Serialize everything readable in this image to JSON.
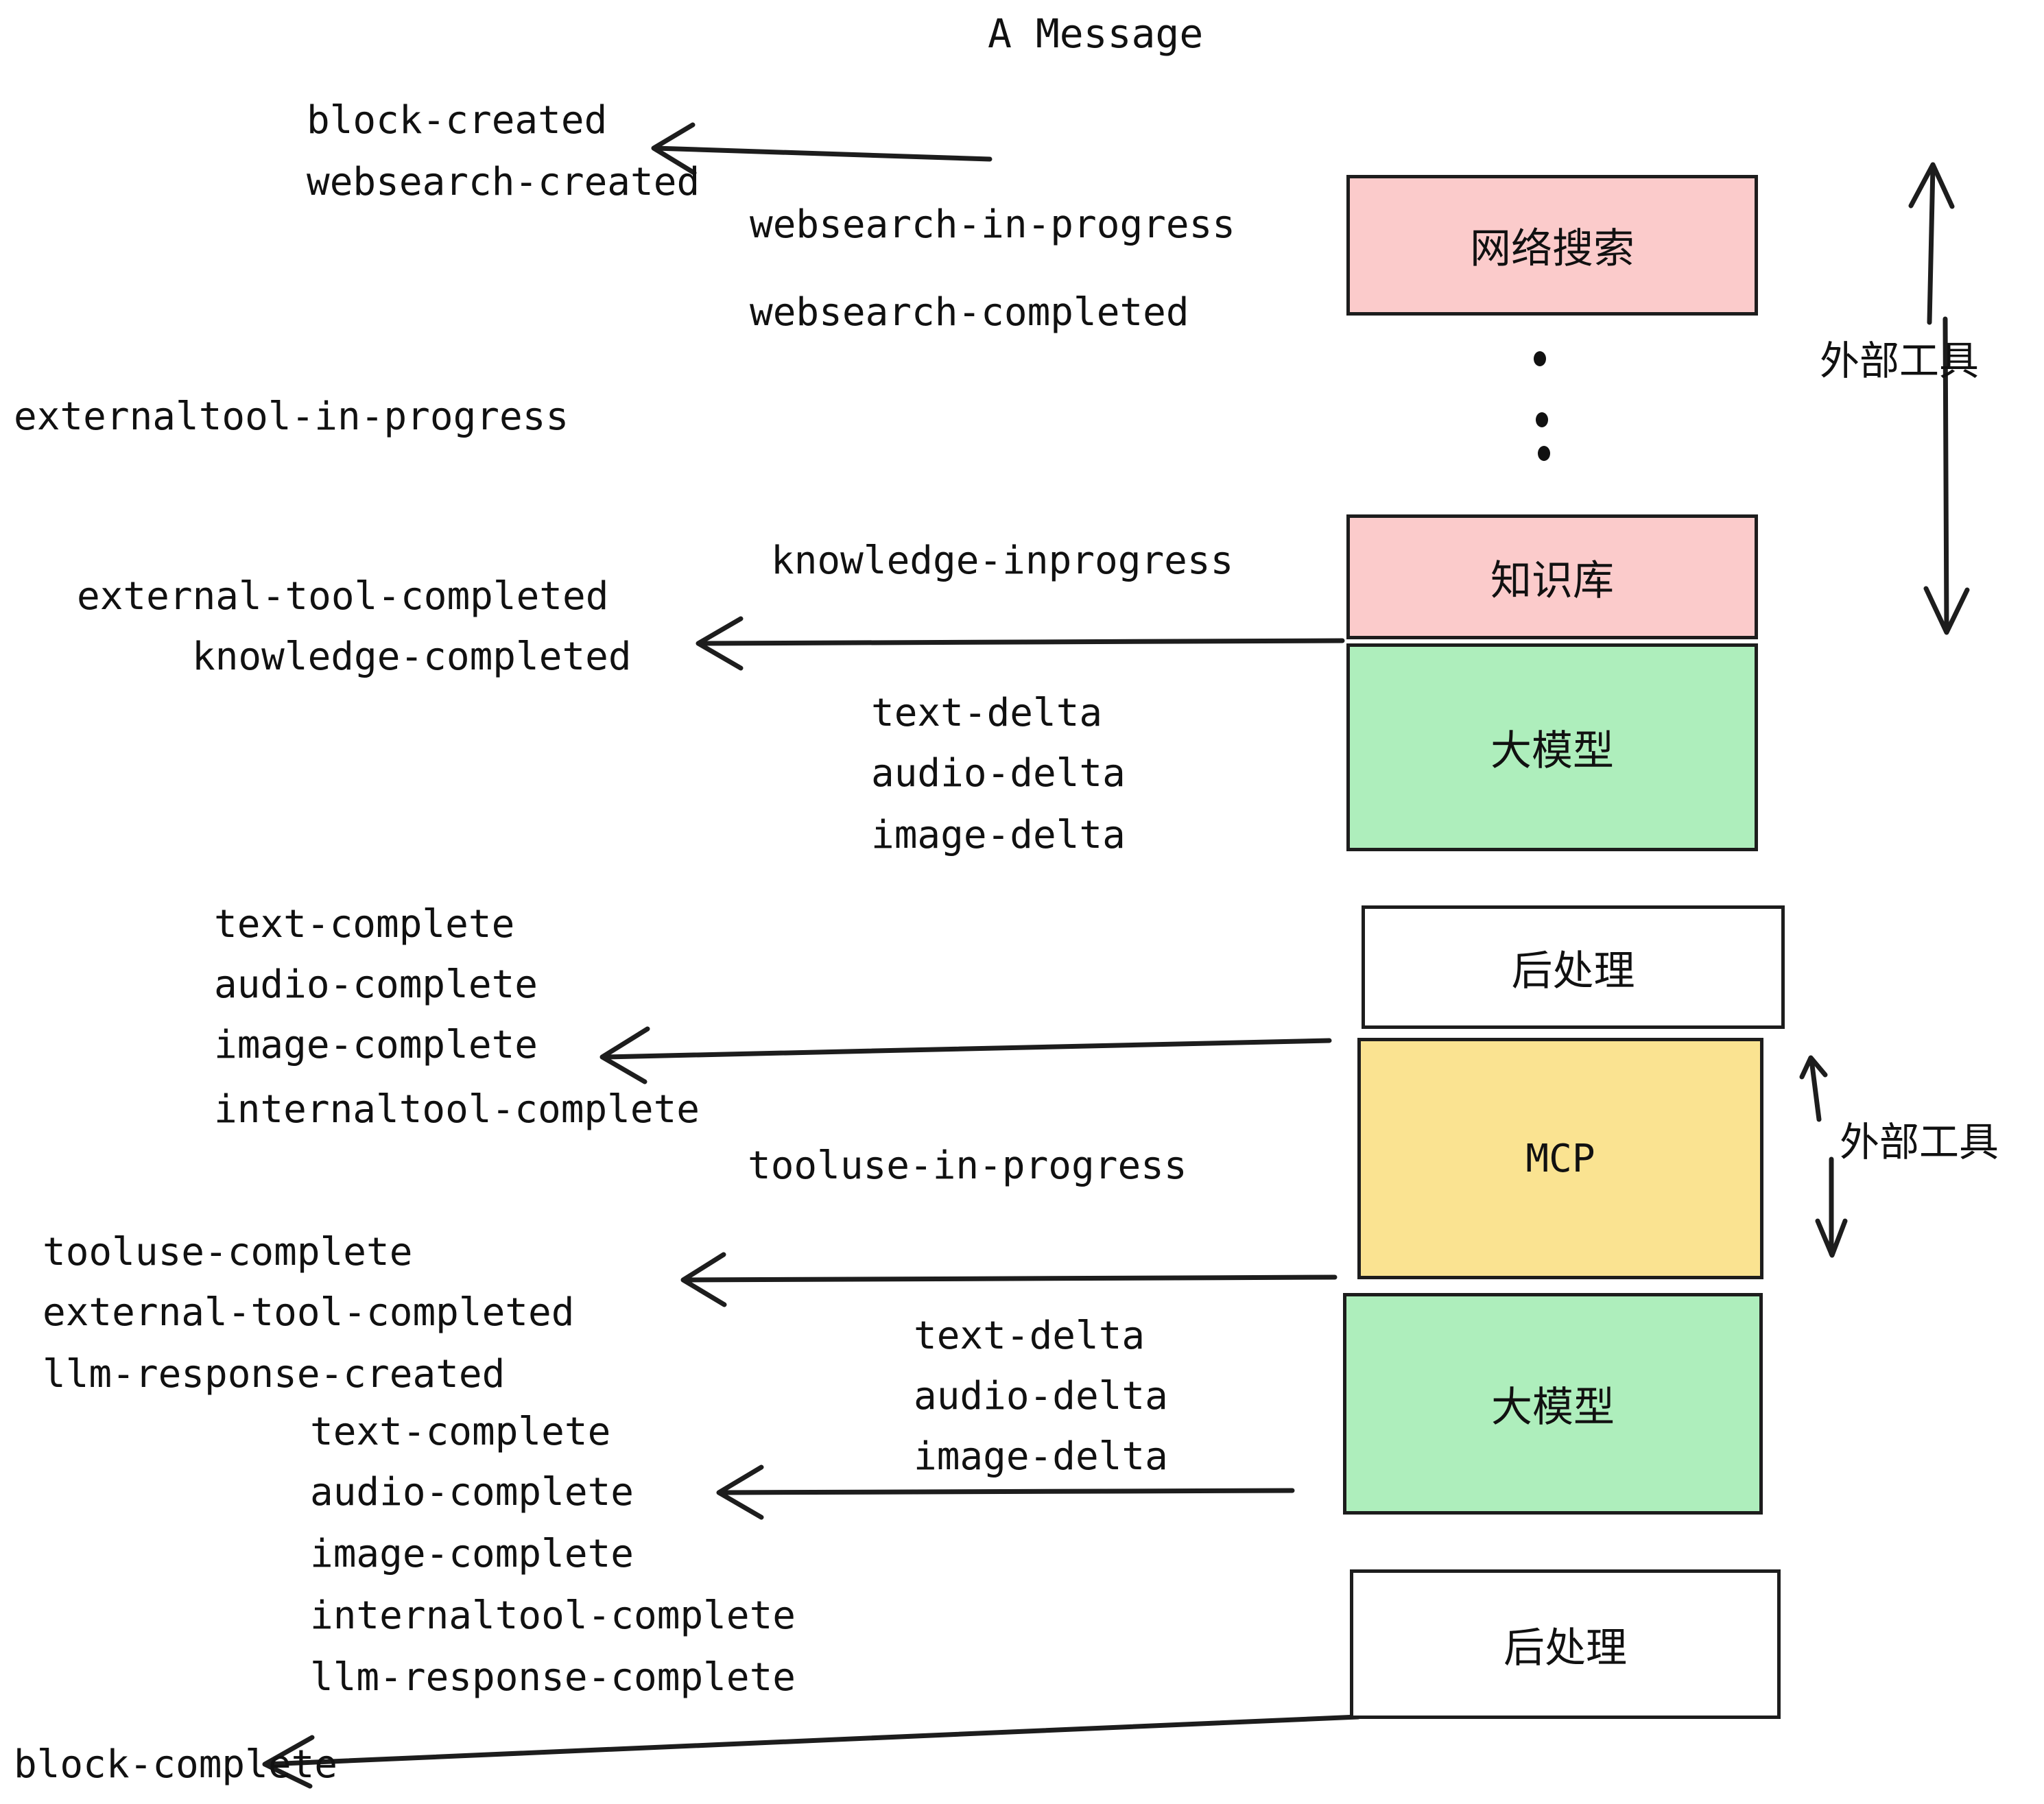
{
  "title": "A Message",
  "colors": {
    "pink": "#FBCBCB",
    "green": "#AEEEBC",
    "yellow": "#FAE391",
    "white": "#FFFFFF",
    "stroke": "#1D1D1D",
    "text": "#111111"
  },
  "nodes": [
    {
      "id": "websearch",
      "label": "网络搜索",
      "fill": "#FBCBCB"
    },
    {
      "id": "knowledge",
      "label": "知识库",
      "fill": "#FBCBCB"
    },
    {
      "id": "llm1",
      "label": "大模型",
      "fill": "#AEEEBC"
    },
    {
      "id": "post1",
      "label": "后处理",
      "fill": "#FFFFFF"
    },
    {
      "id": "mcp",
      "label": "MCP",
      "fill": "#FAE391"
    },
    {
      "id": "llm2",
      "label": "大模型",
      "fill": "#AEEEBC"
    },
    {
      "id": "post2",
      "label": "后处理",
      "fill": "#FFFFFF"
    }
  ],
  "side_labels": [
    {
      "id": "external-tools-top",
      "label": "外部工具"
    },
    {
      "id": "external-tools-bottom",
      "label": "外部工具"
    }
  ],
  "events": [
    {
      "id": "block-created",
      "label": "block-created"
    },
    {
      "id": "websearch-created",
      "label": "websearch-created"
    },
    {
      "id": "websearch-in-progress",
      "label": "websearch-in-progress"
    },
    {
      "id": "websearch-completed",
      "label": "websearch-completed"
    },
    {
      "id": "externaltool-in-progress",
      "label": "externaltool-in-progress"
    },
    {
      "id": "knowledge-inprogress",
      "label": "knowledge-inprogress"
    },
    {
      "id": "external-tool-completed-1",
      "label": "external-tool-completed"
    },
    {
      "id": "knowledge-completed",
      "label": "knowledge-completed"
    },
    {
      "id": "text-delta-1",
      "label": "text-delta"
    },
    {
      "id": "audio-delta-1",
      "label": "audio-delta"
    },
    {
      "id": "image-delta-1",
      "label": "image-delta"
    },
    {
      "id": "text-complete-1",
      "label": "text-complete"
    },
    {
      "id": "audio-complete-1",
      "label": "audio-complete"
    },
    {
      "id": "image-complete-1",
      "label": "image-complete"
    },
    {
      "id": "internaltool-complete-1",
      "label": "internaltool-complete"
    },
    {
      "id": "tooluse-in-progress",
      "label": "tooluse-in-progress"
    },
    {
      "id": "tooluse-complete",
      "label": "tooluse-complete"
    },
    {
      "id": "external-tool-completed-2",
      "label": "external-tool-completed"
    },
    {
      "id": "llm-response-created",
      "label": "llm-response-created"
    },
    {
      "id": "text-delta-2",
      "label": "text-delta"
    },
    {
      "id": "audio-delta-2",
      "label": "audio-delta"
    },
    {
      "id": "image-delta-2",
      "label": "image-delta"
    },
    {
      "id": "text-complete-2",
      "label": "text-complete"
    },
    {
      "id": "audio-complete-2",
      "label": "audio-complete"
    },
    {
      "id": "image-complete-2",
      "label": "image-complete"
    },
    {
      "id": "internaltool-complete-2",
      "label": "internaltool-complete"
    },
    {
      "id": "llm-response-complete",
      "label": "llm-response-complete"
    },
    {
      "id": "block-complete",
      "label": "block-complete"
    }
  ],
  "ellipsis": {
    "id": "vertical-ellipsis",
    "count": 3
  }
}
